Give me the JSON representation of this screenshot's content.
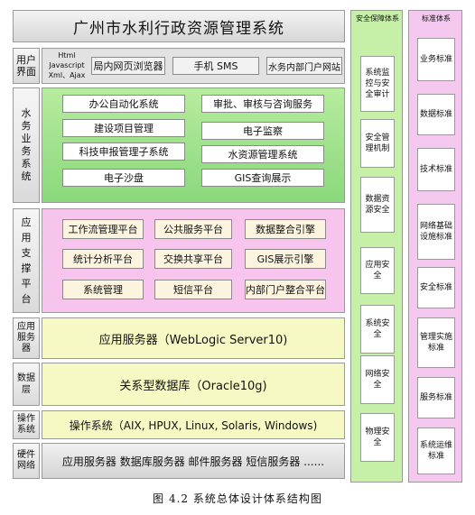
{
  "title": "广州市水利行政资源管理系统",
  "layers": {
    "user": {
      "label": "用户界面",
      "tech": [
        "Html",
        "Javascript",
        "Xml、Ajax"
      ],
      "boxes": [
        "局内网页浏览器",
        "手机 SMS",
        "水务内部门户网站"
      ]
    },
    "business": {
      "label": "水务业务系统",
      "boxes": [
        "办公自动化系统",
        "审批、审核与咨询服务",
        "建设项目管理",
        "电子监察",
        "科技申报管理子系统",
        "水资源管理系统",
        "电子沙盘",
        "GIS查询展示"
      ]
    },
    "support": {
      "label": "应用支撑平台",
      "boxes": [
        "工作流管理平台",
        "公共服务平台",
        "数据整合引擎",
        "统计分析平台",
        "交换共享平台",
        "GIS展示引擎",
        "系统管理",
        "短信平台",
        "内部门户整合平台"
      ]
    },
    "appserver": {
      "label": "应用服务器",
      "text": "应用服务器（WebLogic Server10)"
    },
    "database": {
      "label": "数据层",
      "text": "关系型数据库（Oracle10g)"
    },
    "os": {
      "label": "操作系统",
      "text": "操作系统（AIX, HPUX, Linux, Solaris, Windows)"
    },
    "hardware": {
      "label": "硬件网络",
      "text": "应用服务器 数据库服务器 邮件服务器 短信服务器 ......"
    }
  },
  "security": {
    "title": "安全保障体系",
    "items": [
      "系统监控与安全审计",
      "安全管理机制",
      "数据资源安全",
      "应用安全",
      "系统安全",
      "网络安全",
      "物理安全"
    ]
  },
  "standards": {
    "title": "标准体系",
    "items": [
      "业务标准",
      "数据标准",
      "技术标准",
      "网络基础设施标准",
      "安全标准",
      "管理实施标准",
      "服务标准",
      "系统运维标准"
    ]
  },
  "caption": "图 4.2 系统总体设计体系结构图",
  "colors": {
    "gray": "#e0e0e0",
    "business_green": "#9fe090",
    "support_pink": "#f7c3ec",
    "yellow": "#f6f8c4",
    "security_col": "#c4f0a6",
    "standards_col": "#f4c8ee"
  }
}
